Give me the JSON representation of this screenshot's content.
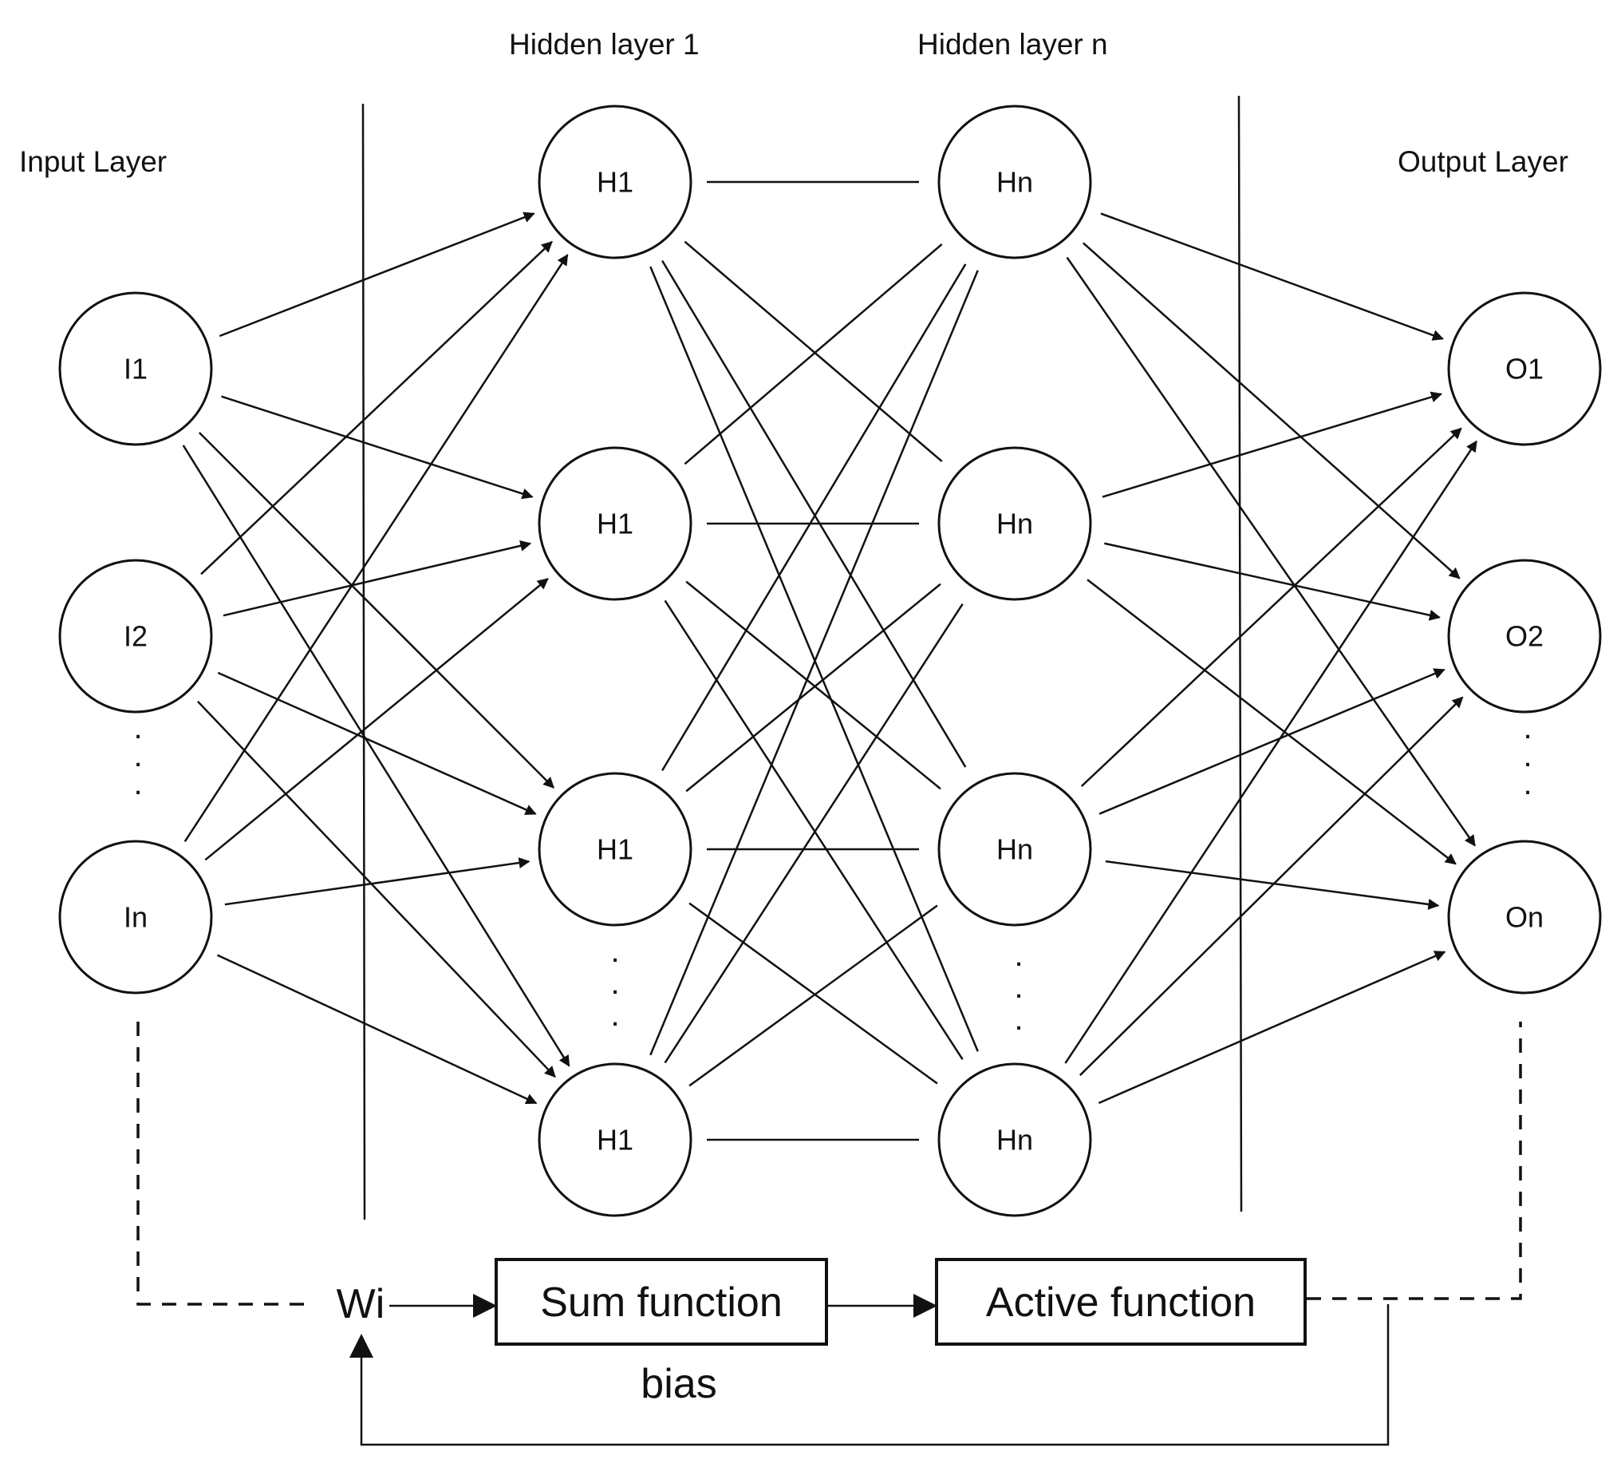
{
  "layers": {
    "input_label": "Input Layer",
    "hidden1_label": "Hidden layer 1",
    "hiddenn_label": "Hidden layer n",
    "output_label": "Output Layer"
  },
  "nodes": {
    "input": [
      "I1",
      "I2",
      "In"
    ],
    "hidden1": [
      "H1",
      "H1",
      "H1",
      "H1"
    ],
    "hiddenn": [
      "Hn",
      "Hn",
      "Hn",
      "Hn"
    ],
    "output": [
      "O1",
      "O2",
      "On"
    ]
  },
  "ellipsis": ".",
  "bottom": {
    "weight_label": "Wi",
    "sum_label": "Sum function",
    "active_label": "Active function",
    "bias_label": "bias"
  },
  "colors": {
    "ink": "#111111",
    "background": "#ffffff"
  }
}
